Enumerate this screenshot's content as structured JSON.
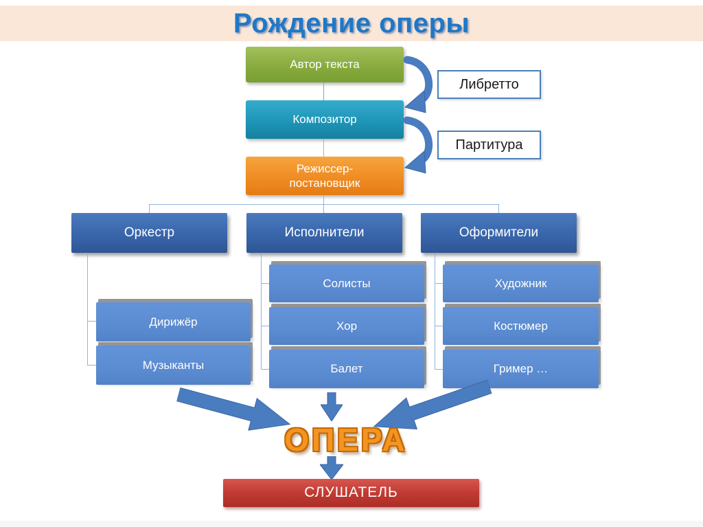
{
  "title": {
    "text": "Рождение оперы"
  },
  "creators": {
    "author": "Автор текста",
    "composer": "Композитор",
    "director": "Режиссер-\nпостановщик"
  },
  "artifacts": {
    "libretto": "Либретто",
    "score": "Партитура"
  },
  "groups": [
    {
      "title": "Оркестр",
      "children": [
        "Дирижёр",
        "Музыканты"
      ]
    },
    {
      "title": "Исполнители",
      "children": [
        "Солисты",
        "Хор",
        "Балет"
      ]
    },
    {
      "title": "Оформители",
      "children": [
        "Художник",
        "Костюмер",
        "Гример …"
      ]
    }
  ],
  "result": {
    "opera": "ОПЕРА",
    "audience": "СЛУШАТЕЛЬ"
  },
  "colors": {
    "band_peach": "#fbe7d8",
    "title_blue": "#1e78c8",
    "green": "#86a93c",
    "teal": "#1f95b8",
    "orange": "#ef8c24",
    "dark_blue": "#3a67ad",
    "light_blue": "#5b8bd0",
    "arrow_blue": "#4a7cc0",
    "red": "#c13b33",
    "opera_orange": "#f59420"
  }
}
